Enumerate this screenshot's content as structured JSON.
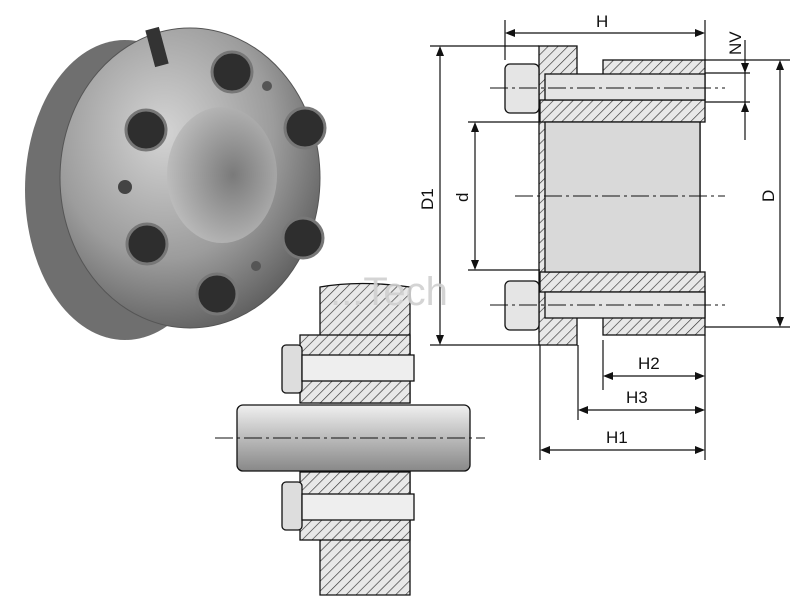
{
  "diagram": {
    "labels": {
      "H": "H",
      "NV": "NV",
      "D1": "D1",
      "d": "d",
      "D": "D",
      "H2": "H2",
      "H3": "H3",
      "H1": "H1"
    },
    "watermark": "...Tech",
    "colors": {
      "line": "#111111",
      "fill": "#d9d9d9",
      "metal": "#9a9a9a"
    }
  }
}
